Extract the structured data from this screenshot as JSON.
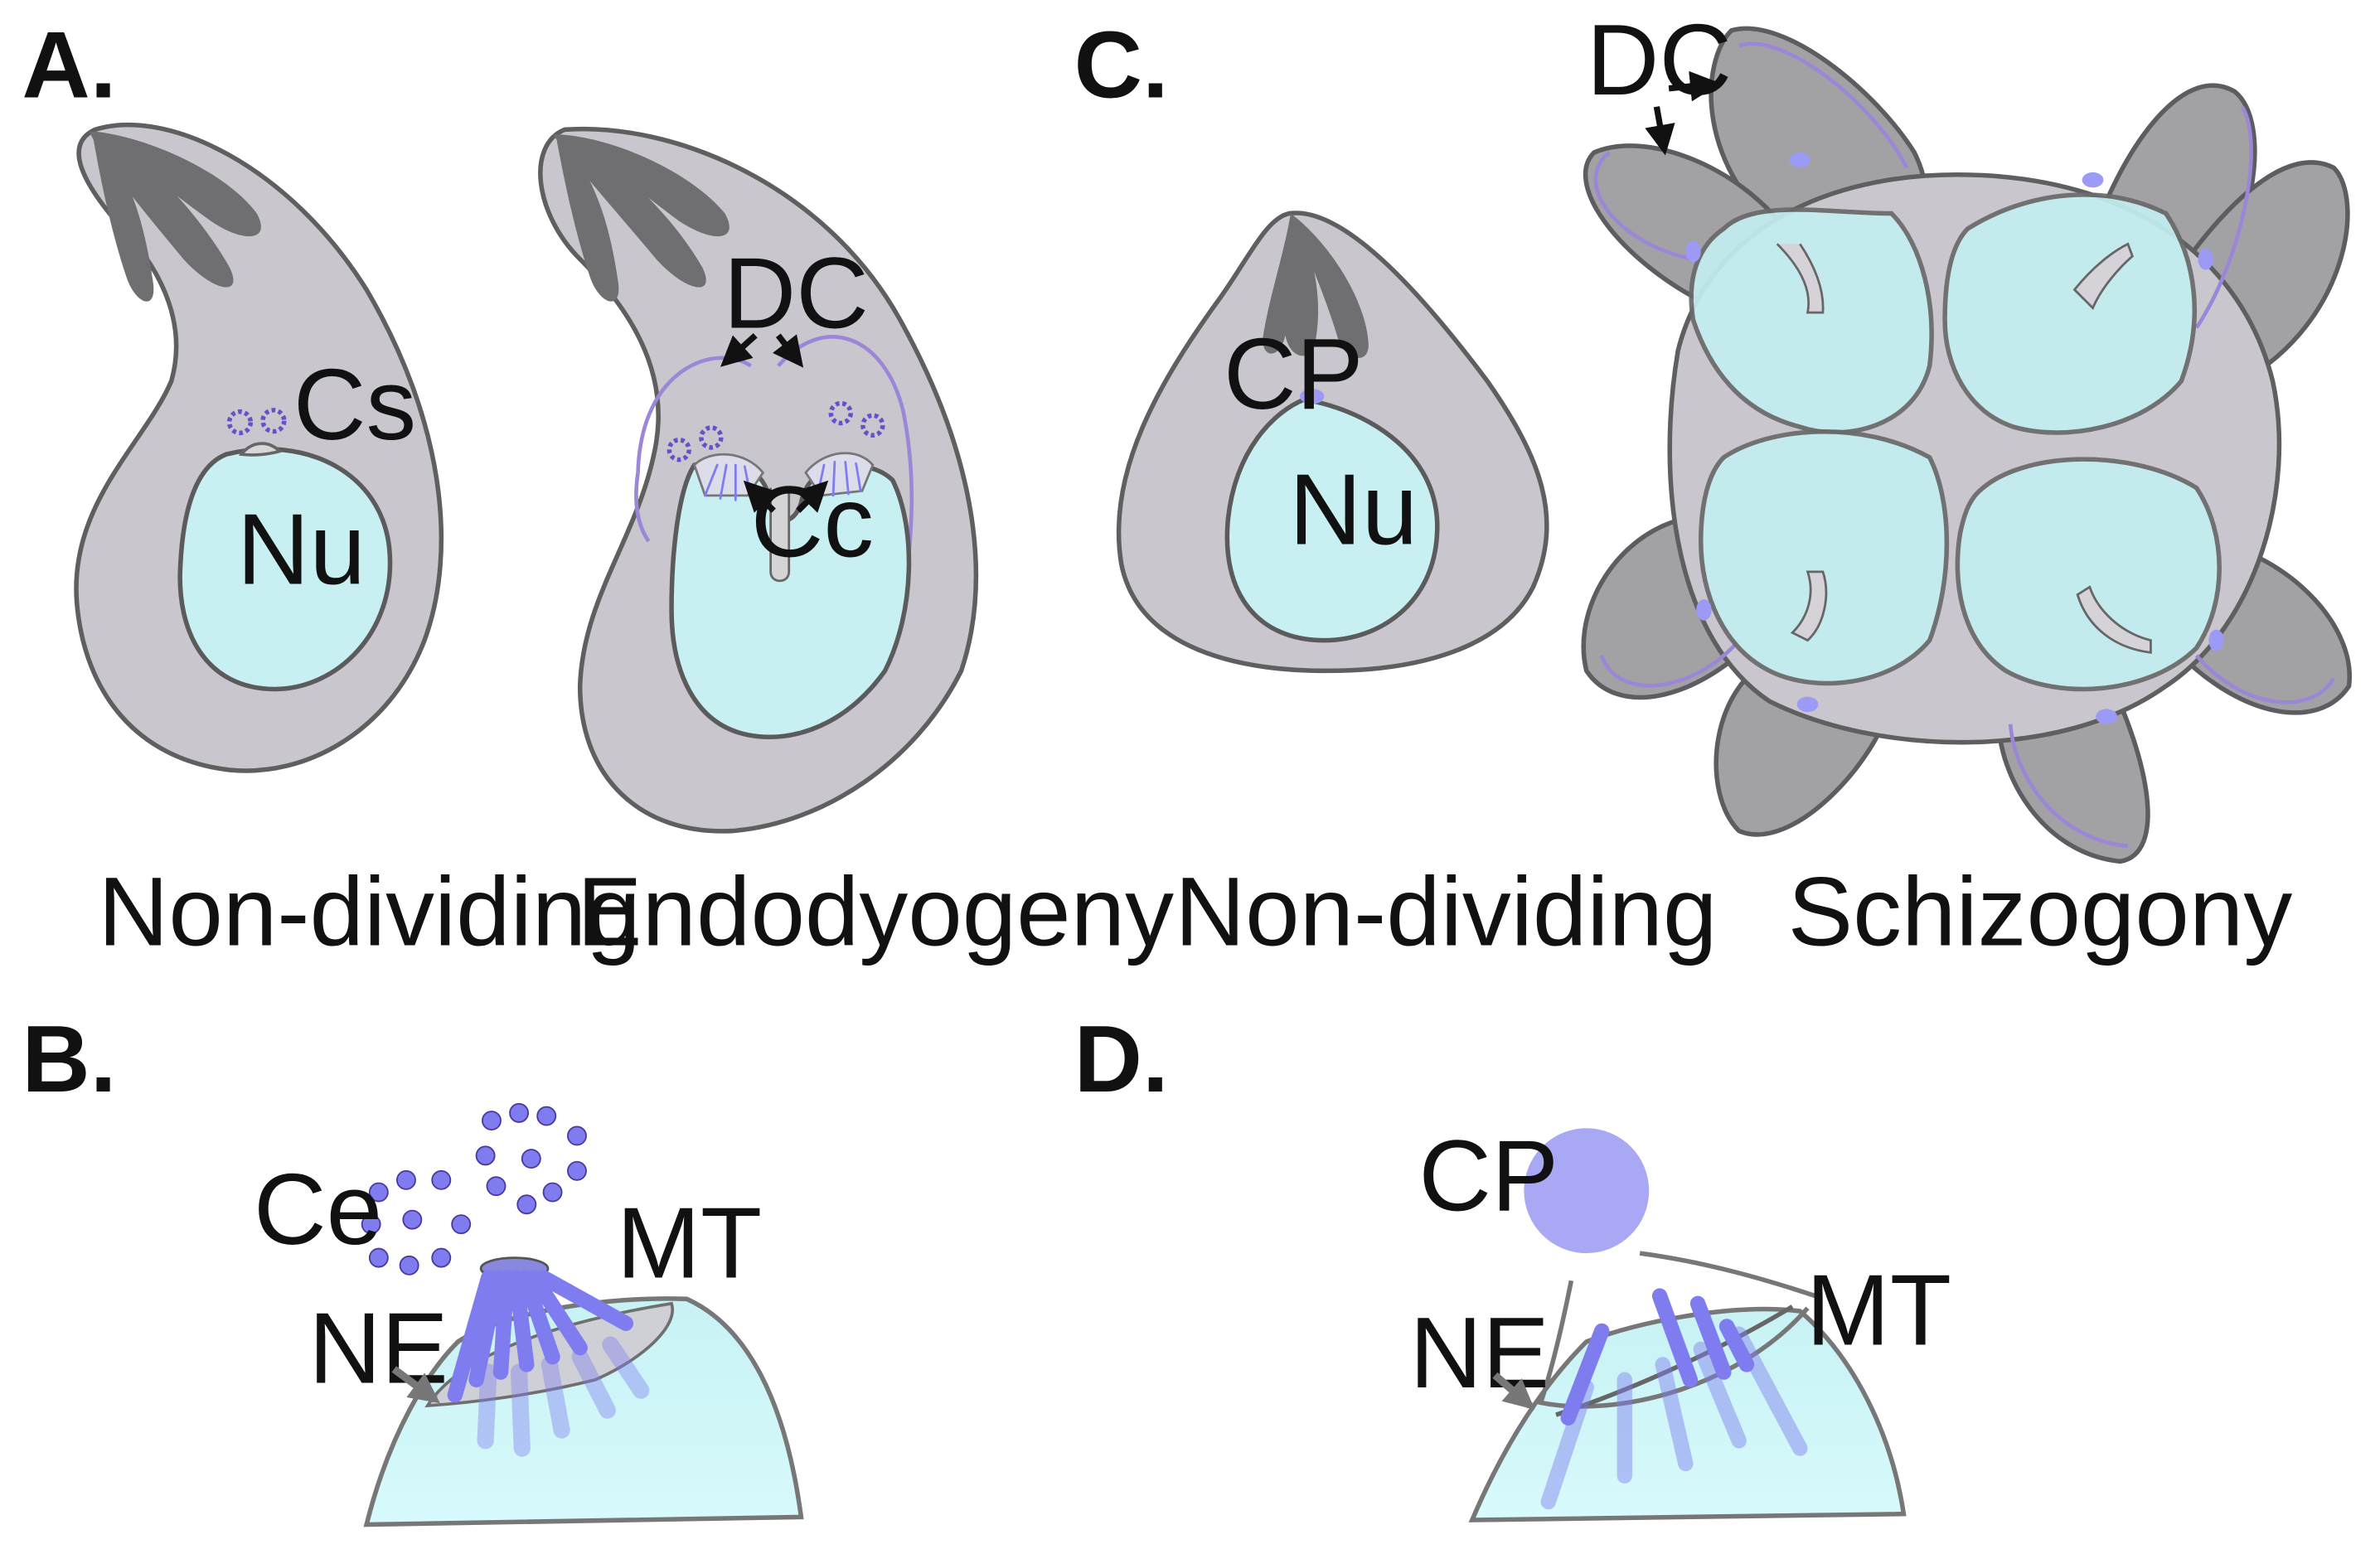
{
  "panels": {
    "a": {
      "letter": "A.",
      "labels": {
        "cs": "Cs",
        "nu": "Nu",
        "dc": "DC",
        "cc": "Cc"
      },
      "captions": [
        "Non-dividing",
        "Endodyogeny"
      ]
    },
    "b": {
      "letter": "B.",
      "labels": {
        "ce": "Ce",
        "mt": "MT",
        "ne": "NE"
      }
    },
    "c": {
      "letter": "C.",
      "labels": {
        "cp": "CP",
        "nu": "Nu",
        "dc": "DC"
      },
      "captions": [
        "Non-dividing",
        "Schizogony"
      ]
    },
    "d": {
      "letter": "D.",
      "labels": {
        "cp": "CP",
        "ne": "NE",
        "mt": "MT"
      }
    }
  },
  "colors": {
    "cytoplasm": "#c9c6cd",
    "nucleus": "#c8eff1",
    "rhoptry": "#6f6e71",
    "centrosome": "#7f7cf0",
    "daughter_cell": "#a2a2a5"
  }
}
